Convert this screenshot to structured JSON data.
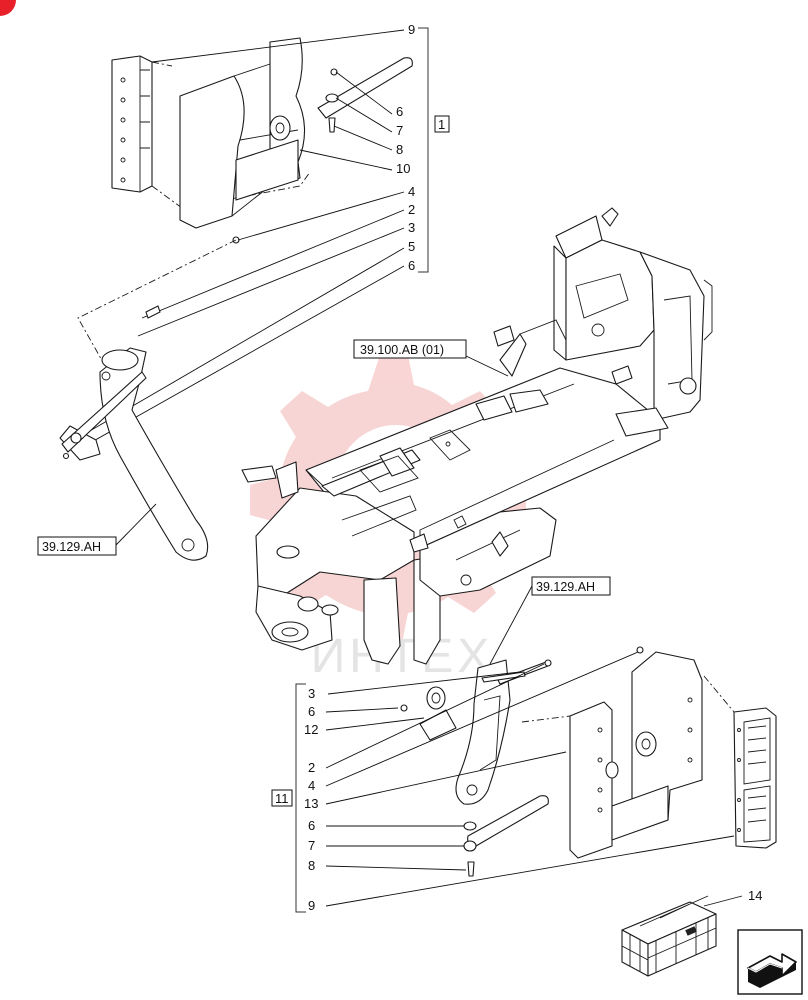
{
  "callouts_top": [
    "9",
    "6",
    "7",
    "8",
    "10",
    "4",
    "2",
    "3",
    "5",
    "6"
  ],
  "callouts_bottom": [
    "3",
    "6",
    "12",
    "2",
    "4",
    "13",
    "6",
    "7",
    "8",
    "9"
  ],
  "group_top_label": "1",
  "group_bottom_label": "11",
  "kit_label": "14",
  "references": {
    "ref_top": "39.100.AB (01)",
    "ref_left": "39.129.AH",
    "ref_right": "39.129.AH"
  },
  "watermark_text": "ИНТЕХ",
  "colors": {
    "corner_mark": "#e8202a",
    "watermark": "#f3b0b0",
    "line": "#1a1a1a"
  },
  "icons": [
    "kit-box-icon",
    "next-page-arrow-icon",
    "watermark-gear-icon"
  ]
}
